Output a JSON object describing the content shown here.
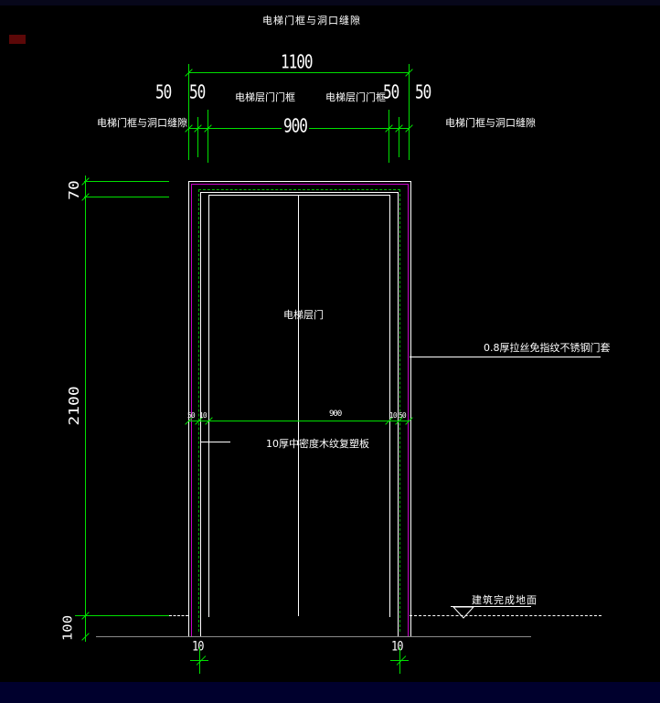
{
  "drawing": {
    "title": "电梯门框与洞口缝隙",
    "door_label": "电梯层门",
    "annotations": {
      "steel_frame": "0.8厚拉丝免指纹不锈钢门套",
      "board": "10厚中密度木纹复塑板",
      "finished_floor": "建筑完成地面"
    },
    "dimensions": {
      "top": {
        "overall_width": "1100",
        "opening_width": "900",
        "left_gap": "50",
        "left_frame": "50",
        "right_frame": "50",
        "right_gap": "50",
        "left_frame_label": "电梯层门门框",
        "right_frame_label": "电梯层门门框",
        "left_gap_label": "电梯门框与洞口缝隙",
        "right_gap_label": "电梯门框与洞口缝隙"
      },
      "left": {
        "lintel": "70",
        "door_height": "2100",
        "floor_depth": "100"
      },
      "middle": {
        "left_frame": "50",
        "left_gap": "10",
        "opening": "900",
        "right_gap": "10",
        "right_frame": "50"
      },
      "bottom": {
        "left_gap": "10",
        "right_gap": "10"
      }
    },
    "colors": {
      "dimension_green": "#00e000",
      "frame_magenta": "#c800c8",
      "line_white": "#ffffff",
      "slab_gray": "#8a8a8a"
    }
  }
}
